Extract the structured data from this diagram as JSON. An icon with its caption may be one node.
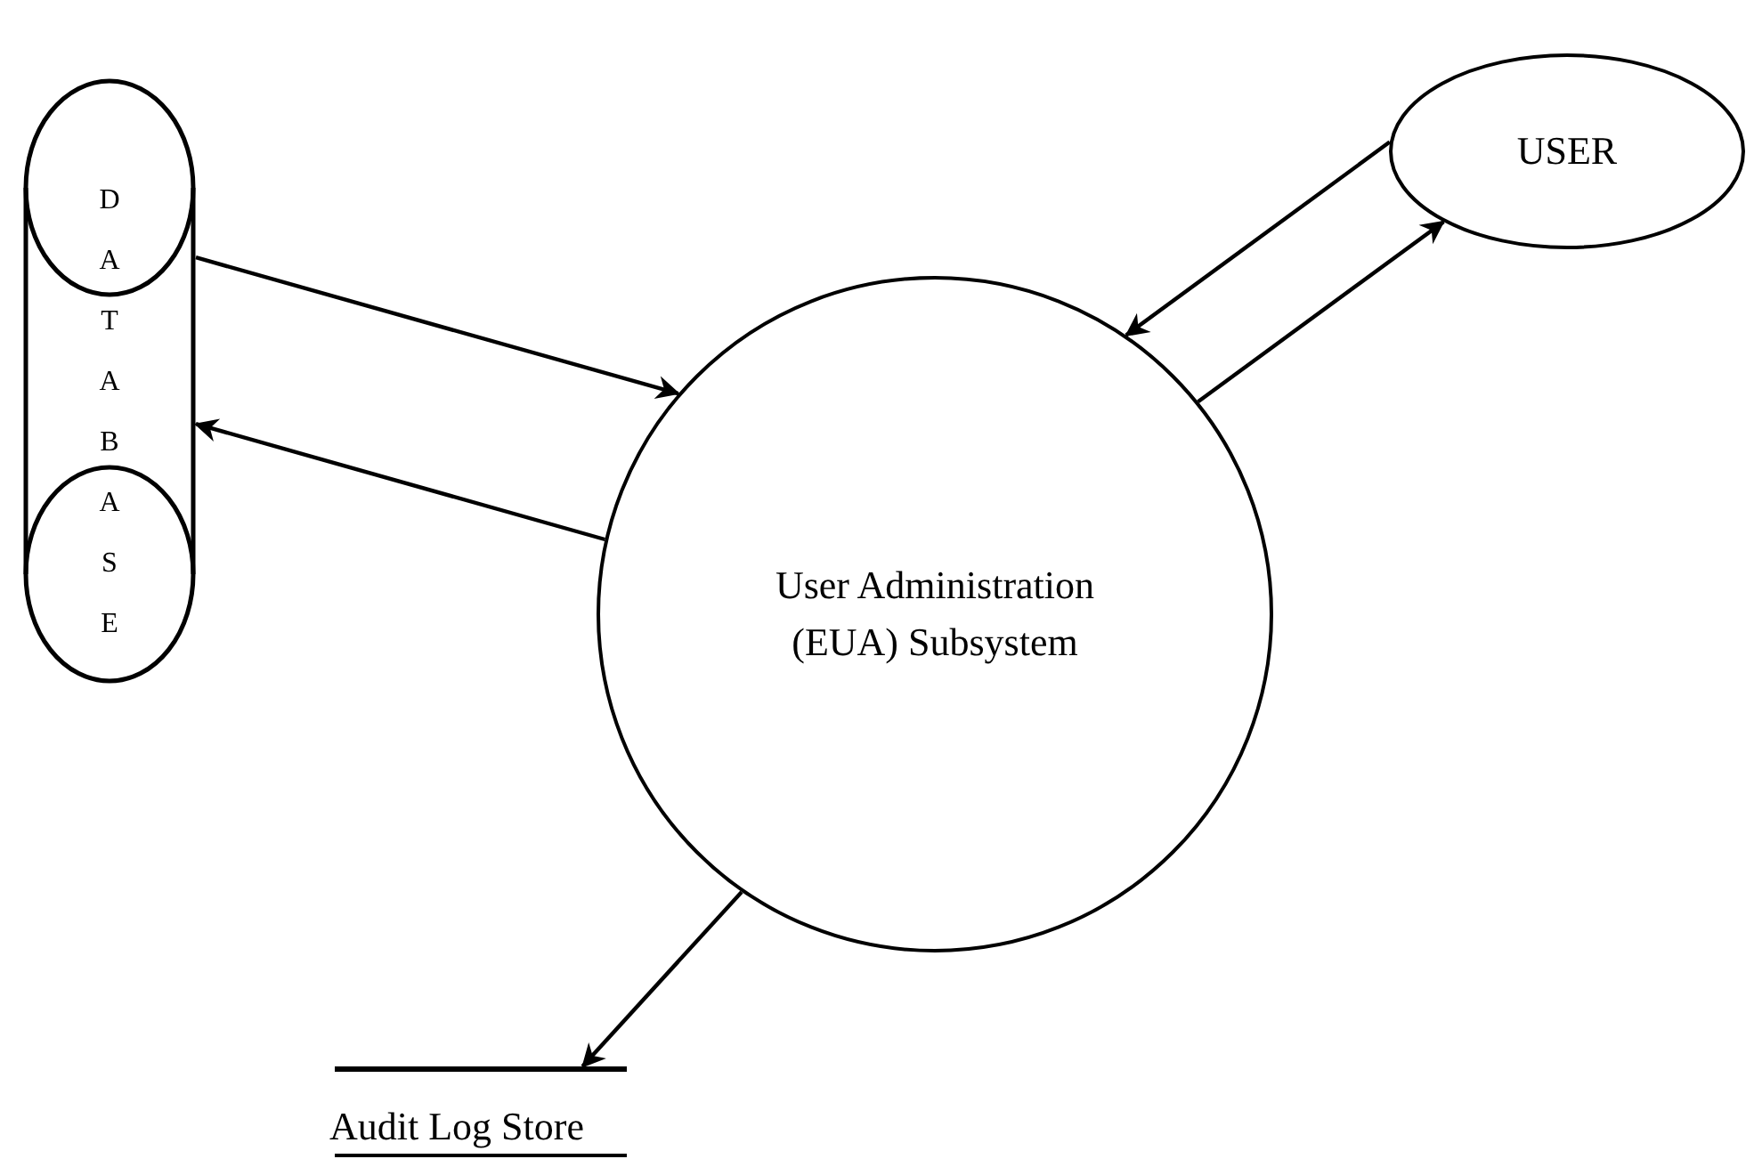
{
  "diagram": {
    "nodes": [
      {
        "text": [
          "DATABASE"
        ]
      },
      {
        "text": [
          "User Administration (EUA) Subsystem"
        ]
      },
      {
        "text": [
          "USER"
        ]
      },
      {
        "text": [
          "Audit Log Store"
        ]
      }
    ],
    "edges": [
      {
        "from": 0,
        "to": 1,
        "arrow": "to"
      },
      {
        "from": 1,
        "to": 0,
        "arrow": "to"
      },
      {
        "from": 2,
        "to": 1,
        "arrow": "to"
      },
      {
        "from": 1,
        "to": 2,
        "arrow": "to"
      },
      {
        "from": 1,
        "to": 3,
        "arrow": "to"
      }
    ]
  }
}
